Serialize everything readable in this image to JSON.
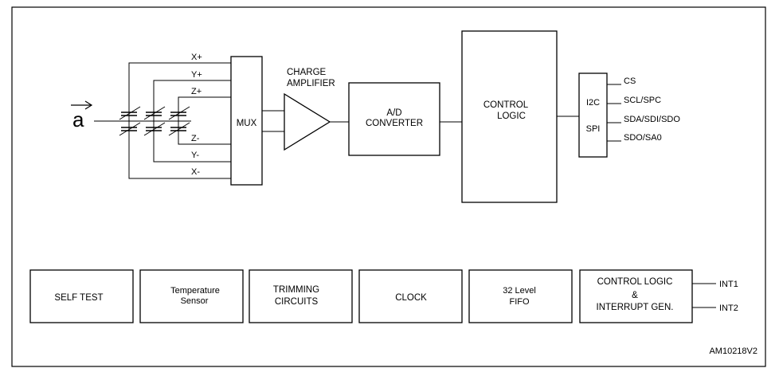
{
  "input": {
    "symbol": "a"
  },
  "axes": [
    "X+",
    "Y+",
    "Z+",
    "Z-",
    "Y-",
    "X-"
  ],
  "blocks": {
    "mux": "MUX",
    "charge_amplifier": [
      "CHARGE",
      "AMPLIFIER"
    ],
    "adc": [
      "A/D",
      "CONVERTER"
    ],
    "control_logic": [
      "CONTROL",
      "LOGIC"
    ],
    "interface": {
      "i2c": "I2C",
      "spi": "SPI"
    }
  },
  "pins": [
    "CS",
    "SCL/SPC",
    "SDA/SDI/SDO",
    "SDO/SA0"
  ],
  "bottom_blocks": {
    "self_test": [
      "SELF TEST"
    ],
    "temperature_sensor": [
      "Temperature",
      "Sensor"
    ],
    "trimming": [
      "TRIMMING",
      "CIRCUITS"
    ],
    "clock": [
      "CLOCK"
    ],
    "fifo": [
      "32 Level",
      "FIFO"
    ],
    "control_interrupt": [
      "CONTROL LOGIC",
      "&",
      "INTERRUPT GEN."
    ]
  },
  "interrupts": [
    "INT1",
    "INT2"
  ],
  "reference": "AM10218V2"
}
